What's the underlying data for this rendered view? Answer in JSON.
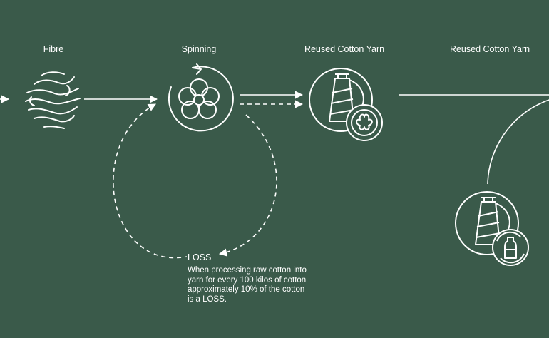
{
  "nodes": {
    "fibre": {
      "label": "Fibre"
    },
    "spinning": {
      "label": "Spinning"
    },
    "reused_yarn_1": {
      "label": "Reused Cotton Yarn"
    },
    "reused_yarn_2": {
      "label": "Reused Cotton Yarn"
    }
  },
  "loss": {
    "title": "LOSS",
    "description": "When processing raw cotton into yarn for every 100 kilos of cotton approximately 10% of the cotton is a LOSS."
  },
  "colors": {
    "background": "#3a5a4a",
    "stroke": "#ffffff"
  }
}
